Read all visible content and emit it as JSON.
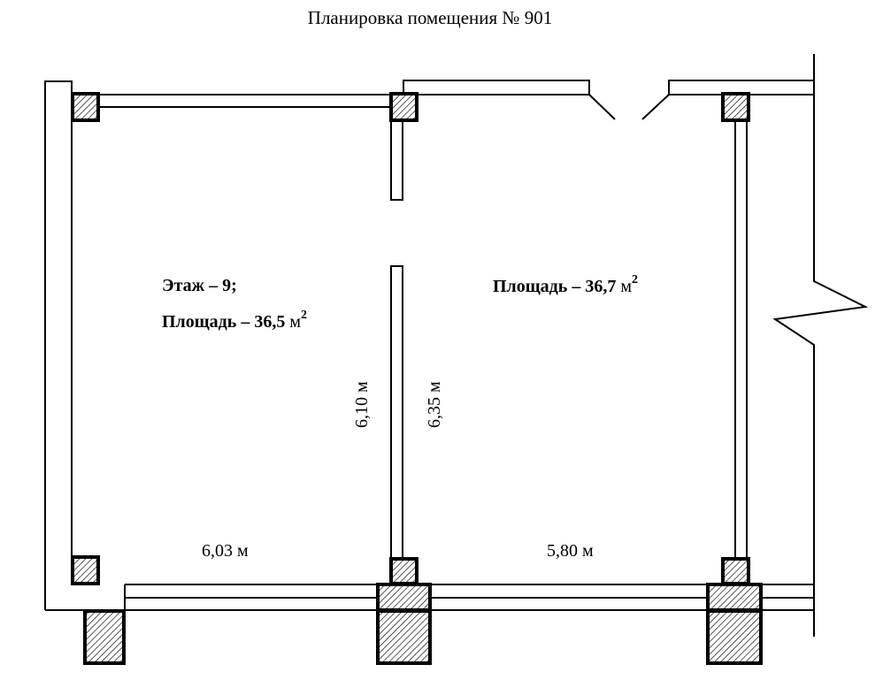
{
  "title": "Планировка помещения № 901",
  "room_left": {
    "floor_label": "Этаж – 9;",
    "area_label": "Площадь – 36,5",
    "area_unit": "м",
    "area_sup": "2"
  },
  "room_right": {
    "area_label": "Площадь – 36,7",
    "area_unit": "м",
    "area_sup": "2"
  },
  "dimensions": {
    "left_width": "6,03 м",
    "right_width": "5,80 м",
    "left_depth": "6,10 м",
    "right_depth": "6,35 м"
  },
  "colors": {
    "line": "#000000",
    "paper": "#ffffff"
  }
}
